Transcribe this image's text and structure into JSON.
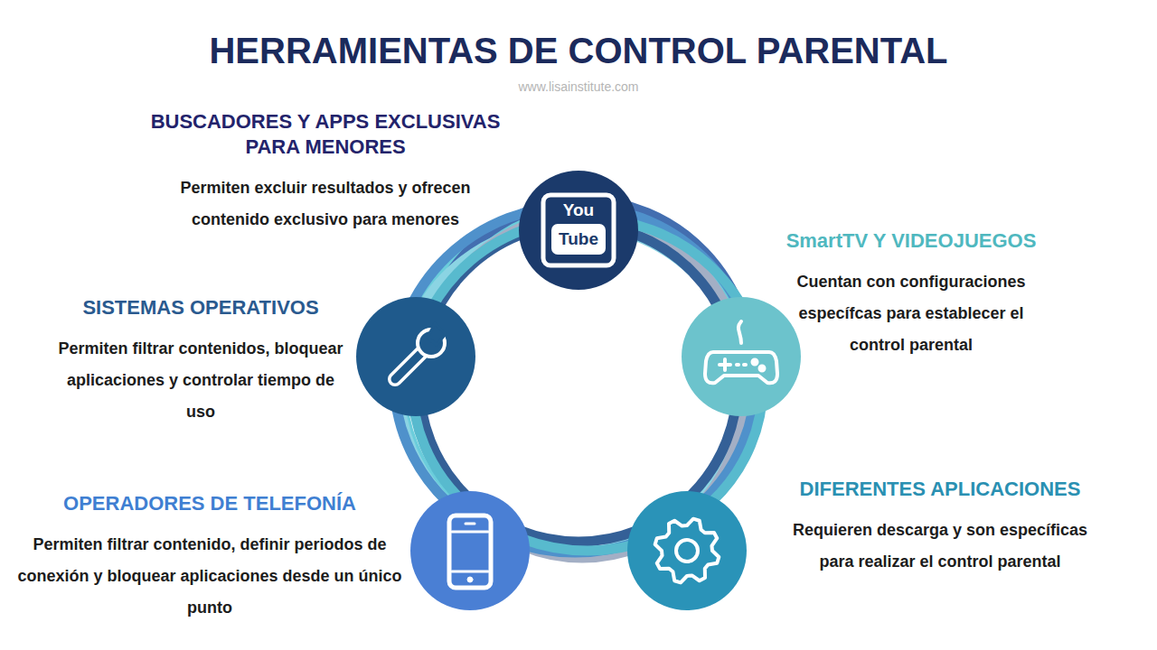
{
  "diagram": {
    "title": "HERRAMIENTAS DE CONTROL PARENTAL",
    "nodes": [
      {
        "text": [
          "BUSCADORES Y APPS EXCLUSIVAS PARA MENORES",
          "Permiten excluir resultados y ofrecen contenido exclusivo para menores"
        ]
      },
      {
        "text": [
          "SmartTV Y VIDEOJUEGOS",
          "Cuentan con configuraciones específcas para establecer el control parental"
        ]
      },
      {
        "text": [
          "SISTEMAS OPERATIVOS",
          "Permiten filtrar contenidos, bloquear aplicaciones y controlar tiempo de uso"
        ]
      },
      {
        "text": [
          "DIFERENTES APLICACIONES",
          "Requieren descarga y son específicas para realizar el control parental"
        ]
      },
      {
        "text": [
          "OPERADORES DE TELEFONÍA",
          "Permiten filtrar contenido, definir periodos de conexión y bloquear aplicaciones desde un único punto"
        ]
      }
    ],
    "labels": [
      "www.lisainstitute.com",
      "You",
      "Tube"
    ]
  }
}
